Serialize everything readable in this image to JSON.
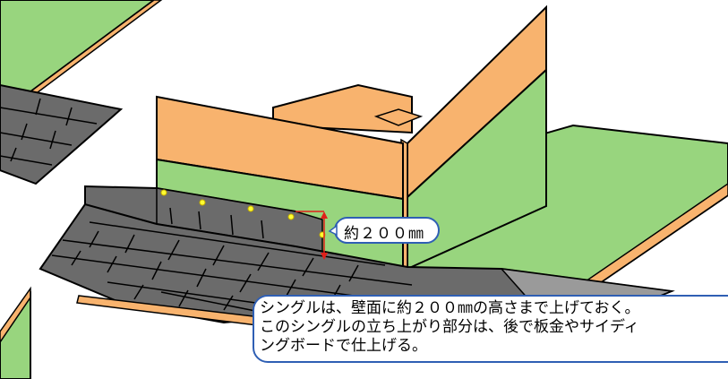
{
  "dimension_label": "約２００㎜",
  "note": {
    "line1": "シングルは、壁面に約２００㎜の高さまで上げておく。",
    "line2": "このシングルの立ち上がり部分は、後で板金やサイディ",
    "line3": "ングボードで仕上げる。"
  },
  "colors": {
    "green": "#98d57e",
    "orange": "#f8b36e",
    "shingle": "#6b6b6b",
    "shingle_light": "#9a9a9a",
    "outline": "#000000",
    "callout_border": "#2f5fb4",
    "dimension_arrow": "#e0201a",
    "nail_dot": "#ffff33"
  }
}
